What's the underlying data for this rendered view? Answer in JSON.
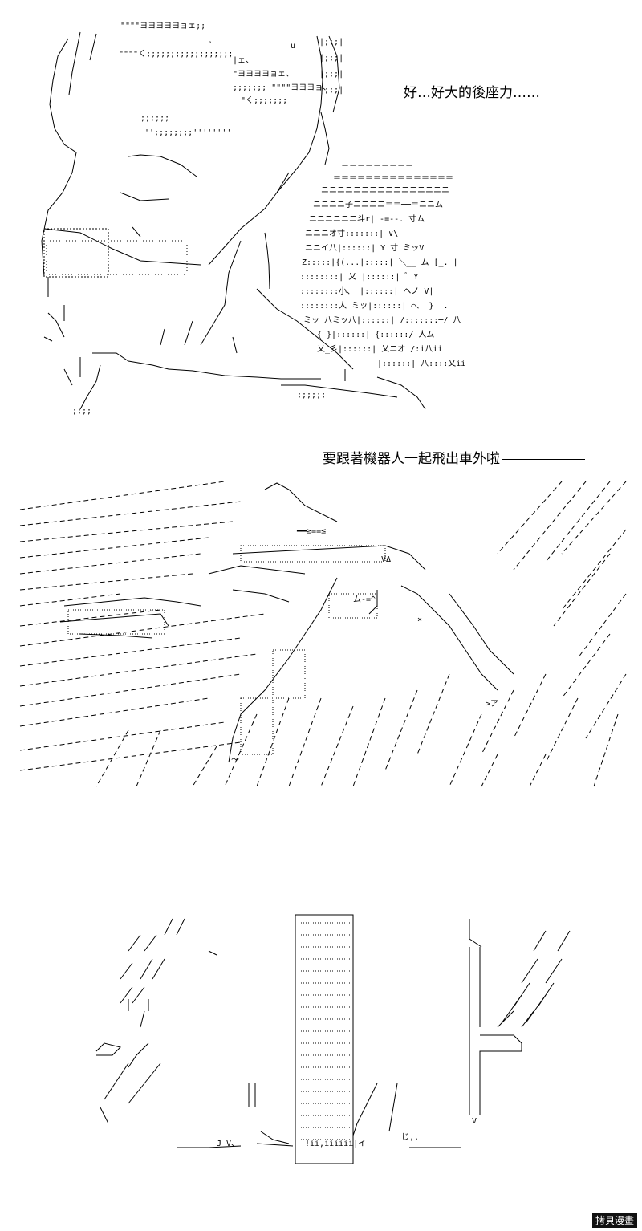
{
  "captions": {
    "panel_1": "好…好大的後座力……",
    "panel_2": "要跟著機器人一起飛出車外啦"
  },
  "watermark": "拷貝漫畫",
  "colors": {
    "ink": "#000000",
    "paper": "#ffffff"
  }
}
